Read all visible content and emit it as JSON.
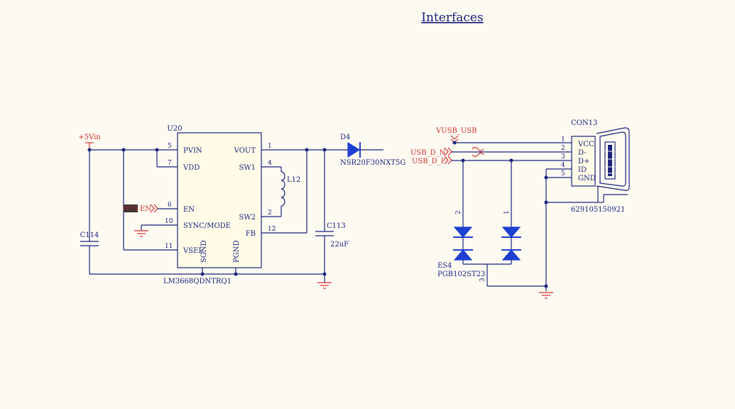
{
  "sheet": {
    "title": "Interfaces"
  },
  "u20": {
    "ref": "U20",
    "part": "LM3668QDNTRQ1",
    "pins": {
      "pvin": {
        "name": "PVIN",
        "num": "5"
      },
      "vdd": {
        "name": "VDD",
        "num": "7"
      },
      "en": {
        "name": "EN",
        "num": "6"
      },
      "sync": {
        "name": "SYNC/MODE",
        "num": "10"
      },
      "vsel": {
        "name": "VSEL",
        "num": "11"
      },
      "vout": {
        "name": "VOUT",
        "num": "1"
      },
      "sw1": {
        "name": "SW1",
        "num": "4"
      },
      "sw2": {
        "name": "SW2",
        "num": "2"
      },
      "fb": {
        "name": "FB",
        "num": "12"
      },
      "sgnd": {
        "name": "SGND"
      },
      "pgnd": {
        "name": "PGND"
      }
    }
  },
  "power": {
    "vin": "+5Vin"
  },
  "c114": {
    "ref": "C114"
  },
  "c113": {
    "ref": "C113",
    "value": "22uF"
  },
  "l12": {
    "ref": "L12"
  },
  "d4": {
    "ref": "D4",
    "part": "NSR20F30NXT5G"
  },
  "otg": {
    "label": "OTG",
    "net": "EN"
  },
  "nets": {
    "vusb": "VUSB_USB",
    "dn": "USB_D_N",
    "dp": "USB_D_P"
  },
  "es4": {
    "ref": "ES4",
    "part": "PGB102ST23",
    "pins": [
      "2",
      "1",
      "3"
    ]
  },
  "con13": {
    "ref": "CON13",
    "part": "629105150921",
    "pins": [
      {
        "num": "1",
        "name": "VCC"
      },
      {
        "num": "2",
        "name": "D-"
      },
      {
        "num": "3",
        "name": "D+"
      },
      {
        "num": "4",
        "name": "ID"
      },
      {
        "num": "5",
        "name": "GND"
      }
    ]
  },
  "colors": {
    "wire": "#1a237e",
    "net_label": "#d32f2f",
    "diode": "#1f3fd1",
    "background": "#fdfaf2"
  }
}
